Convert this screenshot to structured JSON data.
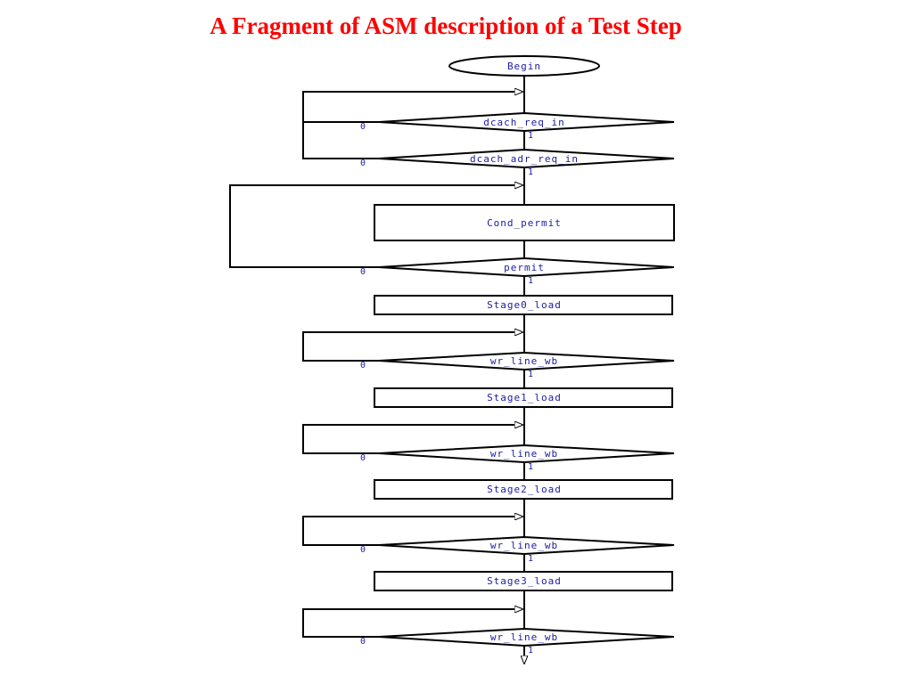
{
  "title": "A Fragment of ASM description of  a Test Step",
  "diagram": {
    "begin": "Begin",
    "nodes": [
      {
        "type": "decision",
        "label": "dcach_req_in",
        "no": "0",
        "yes": "1"
      },
      {
        "type": "decision",
        "label": "dcach_adr_req_in",
        "no": "0",
        "yes": "1"
      },
      {
        "type": "state",
        "label": "Cond_permit"
      },
      {
        "type": "decision",
        "label": "permit",
        "no": "0",
        "yes": "1"
      },
      {
        "type": "state",
        "label": "Stage0_load"
      },
      {
        "type": "decision",
        "label": "wr_line_wb",
        "no": "0",
        "yes": "1"
      },
      {
        "type": "state",
        "label": "Stage1_load"
      },
      {
        "type": "decision",
        "label": "wr_line_wb",
        "no": "0",
        "yes": "1"
      },
      {
        "type": "state",
        "label": "Stage2_load"
      },
      {
        "type": "decision",
        "label": "wr_line_wb",
        "no": "0",
        "yes": "1"
      },
      {
        "type": "state",
        "label": "Stage3_load"
      },
      {
        "type": "decision",
        "label": "wr_line_wb",
        "no": "0",
        "yes": "1"
      }
    ],
    "colors": {
      "line": "#000000",
      "text": "#1a1aa8",
      "title": "#ff0000"
    }
  }
}
